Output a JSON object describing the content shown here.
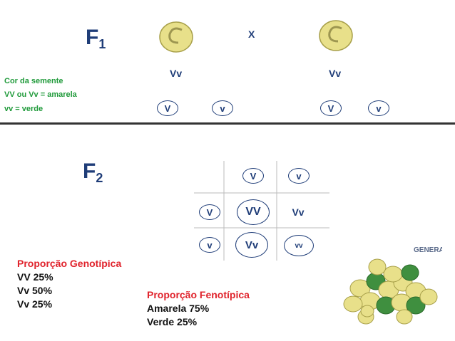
{
  "f1": {
    "letter": "F",
    "sub": "1"
  },
  "f2": {
    "letter": "F",
    "sub": "2"
  },
  "cross_symbol": "X",
  "parents": {
    "left": {
      "genotype": "Vv",
      "gametes": [
        "V",
        "v"
      ]
    },
    "right": {
      "genotype": "Vv",
      "gametes": [
        "V",
        "v"
      ]
    }
  },
  "legend": {
    "title": "Cor da semente",
    "line1": "VV ou Vv = amarela",
    "line2": "vv = verde"
  },
  "punnett": {
    "top": [
      "V",
      "v"
    ],
    "side": [
      "V",
      "v"
    ],
    "cells": {
      "r1c1": "VV",
      "r1c2": "Vv",
      "r2c1": "Vv",
      "r2c2": "vv"
    }
  },
  "genotypic": {
    "title": "Proporção Genotípica",
    "items": [
      "VV 25%",
      "Vv 50%",
      "Vv 25%"
    ]
  },
  "phenotypic": {
    "title": "Proporção Fenotípica",
    "items": [
      "Amarela 75%",
      "Verde 25%"
    ]
  },
  "corner_text": "GENERA",
  "colors": {
    "navy": "#1f3d78",
    "green": "#1f9a3a",
    "red": "#e0222b",
    "seed_yellow": "#e8e08a",
    "seed_green": "#3f8f3f"
  }
}
